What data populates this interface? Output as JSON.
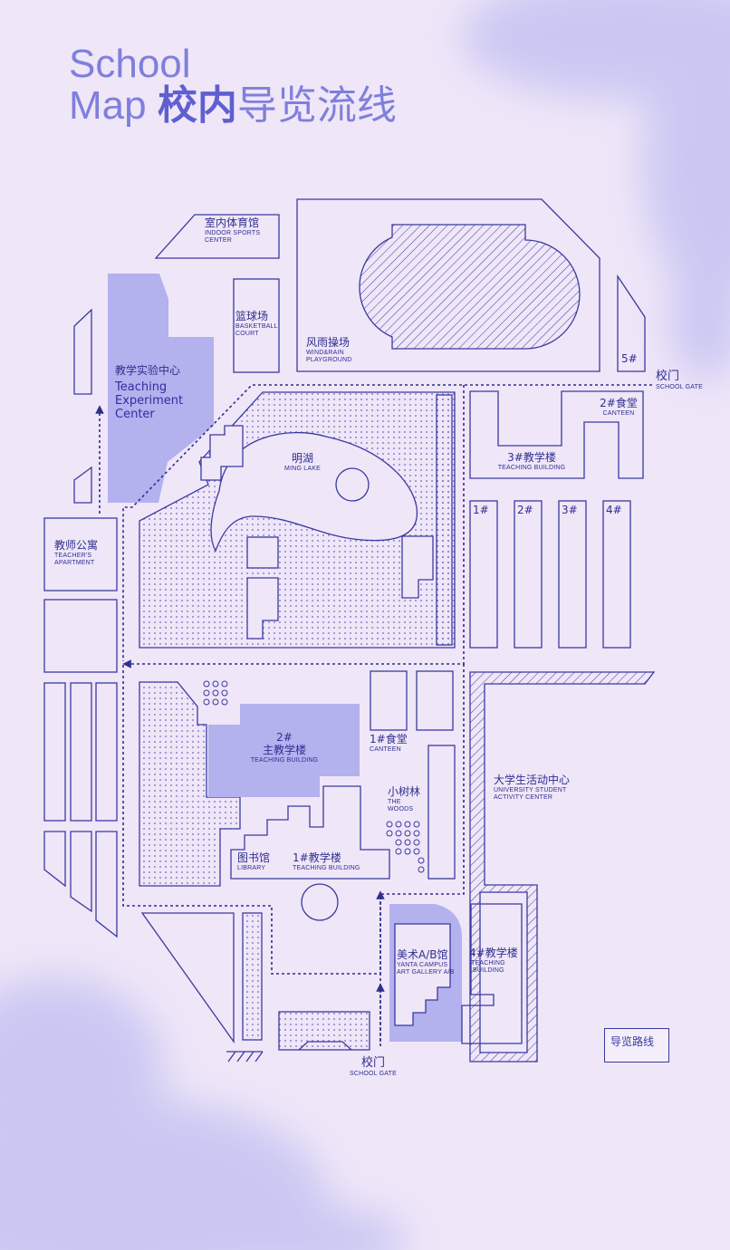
{
  "title": {
    "line1": "School",
    "line2_en": "Map",
    "line2_bold": "校内",
    "line2_rest": "导览流线"
  },
  "colors": {
    "background": "#efe6f8",
    "line": "#3a3aa0",
    "highlight": "#b3b1ee",
    "accent": "#5f5fd0",
    "cloud": "#c4c3f2"
  },
  "buildings": {
    "indoor_sports": {
      "zh": "室内体育馆",
      "en1": "INDOOR SPORTS",
      "en2": "CENTER"
    },
    "basketball": {
      "zh": "篮球场",
      "en1": "BASKETBALL",
      "en2": "COURT"
    },
    "playground": {
      "zh": "风雨操场",
      "en1": "WIND&RAIN",
      "en2": "PLAYGROUND"
    },
    "teaching_exp": {
      "zh": "教学实验中心",
      "en1": "Teaching",
      "en2": "Experiment",
      "en3": "Center"
    },
    "ming_lake": {
      "zh": "明湖",
      "en": "MING LAKE"
    },
    "teacher_apt": {
      "zh": "教师公寓",
      "en1": "TEACHER'S",
      "en2": "APARTMENT"
    },
    "b5": {
      "zh": "5#"
    },
    "gate_east": {
      "zh": "校门",
      "en": "SCHOOL GATE"
    },
    "canteen2": {
      "zh": "2#食堂",
      "en": "CANTEEN"
    },
    "tb3": {
      "zh": "3#教学楼",
      "en": "TEACHING BUILDING"
    },
    "dorm_nums": [
      "1#",
      "2#",
      "3#",
      "4#"
    ],
    "main_tb2": {
      "zh1": "2#",
      "zh2": "主教学楼",
      "en": "TEACHING BUILDING"
    },
    "canteen1": {
      "zh": "1#食堂",
      "en": "CANTEEN"
    },
    "woods": {
      "zh": "小树林",
      "en1": "THE",
      "en2": "WOODS"
    },
    "student_center": {
      "zh": "大学生活动中心",
      "en1": "UNIVERSITY STUDENT",
      "en2": "ACTIVITY CENTER"
    },
    "library": {
      "zh": "图书馆",
      "en": "LIBRARY"
    },
    "tb1": {
      "zh": "1#教学楼",
      "en": "TEACHING BUILDING"
    },
    "gallery": {
      "zh": "美术A/B馆",
      "en1": "YANTA CAMPUS",
      "en2": "ART GALLERY A/B"
    },
    "tb4": {
      "zh": "4#教学楼",
      "en1": "TEACHING",
      "en2": "BUILDING"
    },
    "gate_south": {
      "zh": "校门",
      "en": "SCHOOL GATE"
    }
  },
  "legend": {
    "label": "导览路线"
  }
}
